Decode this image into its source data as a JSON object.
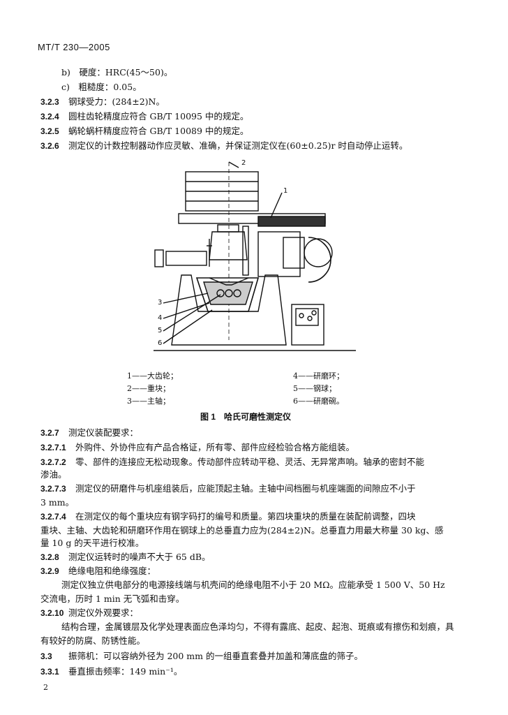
{
  "header": {
    "code": "MT/T 230—2005"
  },
  "lines": [
    {
      "num": "",
      "text": "b)　硬度：HRC(45～50)。"
    },
    {
      "num": "",
      "text": "c)　粗糙度：0.05。"
    },
    {
      "num": "3.2.3",
      "text": "钢球受力：(284±2)N。"
    },
    {
      "num": "3.2.4",
      "text": "圆柱齿轮精度应符合 GB/T 10095 中的规定。"
    },
    {
      "num": "3.2.5",
      "text": "蜗轮蜗杆精度应符合 GB/T 10089 中的规定。"
    },
    {
      "num": "3.2.6",
      "text": "测定仪的计数控制器动作应灵敏、准确，并保证测定仪在(60±0.25)r 时自动停止运转。"
    }
  ],
  "figure": {
    "labels": [
      "1",
      "2",
      "3",
      "4",
      "5",
      "6"
    ],
    "legend_left": [
      "1——大齿轮；",
      "2——重块；",
      "3——主轴；"
    ],
    "legend_right": [
      "4——研磨环；",
      "5——钢球；",
      "6——研磨碗。"
    ],
    "caption": "图 1　哈氏可磨性测定仪"
  },
  "lines2": [
    {
      "num": "3.2.7",
      "text": "测定仪装配要求："
    },
    {
      "num": "3.2.7.1",
      "text": "外购件、外协件应有产品合格证，所有零、部件应经检验合格方能组装。"
    },
    {
      "num": "3.2.7.2",
      "text": "零、部件的连接应无松动现象。传动部件应转动平稳、灵活、无异常声响。轴承的密封不能"
    },
    {
      "num": "",
      "text": "渗油。"
    },
    {
      "num": "3.2.7.3",
      "text": "测定仪的研磨件与机座组装后，应能顶起主轴。主轴中间档圈与机座端面的间隙应不小于"
    },
    {
      "num": "",
      "text": "3 mm。"
    },
    {
      "num": "3.2.7.4",
      "text": "在测定仪的每个重块应有钢字码打的编号和质量。第四块重块的质量在装配前调整，四块"
    },
    {
      "num": "",
      "text": "重块、主轴、大齿轮和研磨环作用在钢球上的总垂直力应为(284±2)N。总垂直力用最大称量 30 kg、感"
    },
    {
      "num": "",
      "text": "量 10 g 的天平进行校准。"
    },
    {
      "num": "3.2.8",
      "text": "测定仪运转时的噪声不大于 65 dB。"
    },
    {
      "num": "3.2.9",
      "text": "绝缘电阻和绝缘强度："
    },
    {
      "num": "",
      "text": "测定仪独立供电部分的电源接线端与机壳间的绝缘电阻不小于 20 MΩ。应能承受 1 500 V、50 Hz"
    },
    {
      "num": "",
      "text": "交流电，历时 1 min 无飞弧和击穿。"
    },
    {
      "num": "3.2.10",
      "text": "测定仪外观要求："
    },
    {
      "num": "",
      "text": "结构合理，金属镀层及化学处理表面应色泽均匀，不得有露底、起皮、起泡、斑痕或有擦伤和划痕，具"
    },
    {
      "num": "",
      "text": "有较好的防腐、防锈性能。"
    },
    {
      "num": "3.3",
      "text": "振筛机：可以容纳外径为 200 mm 的一组垂直套叠并加盖和薄底盘的筛子。"
    },
    {
      "num": "3.3.1",
      "text": "垂直振击频率：149 min⁻¹。"
    }
  ],
  "page_number": "2"
}
